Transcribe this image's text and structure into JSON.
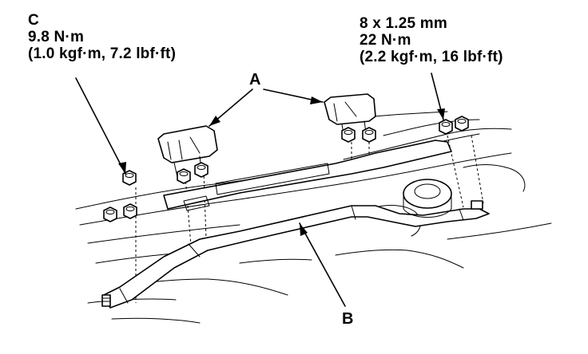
{
  "left_spec": {
    "letter": "C",
    "torque_nm": "9.8 N·m",
    "torque_alt": "(1.0 kgf·m, 7.2 lbf·ft)"
  },
  "right_spec": {
    "bolt_size": "8 x 1.25 mm",
    "torque_nm": "22 N·m",
    "torque_alt": "(2.2 kgf·m, 16 lbf·ft)"
  },
  "callouts": {
    "a": "A",
    "b": "B"
  }
}
